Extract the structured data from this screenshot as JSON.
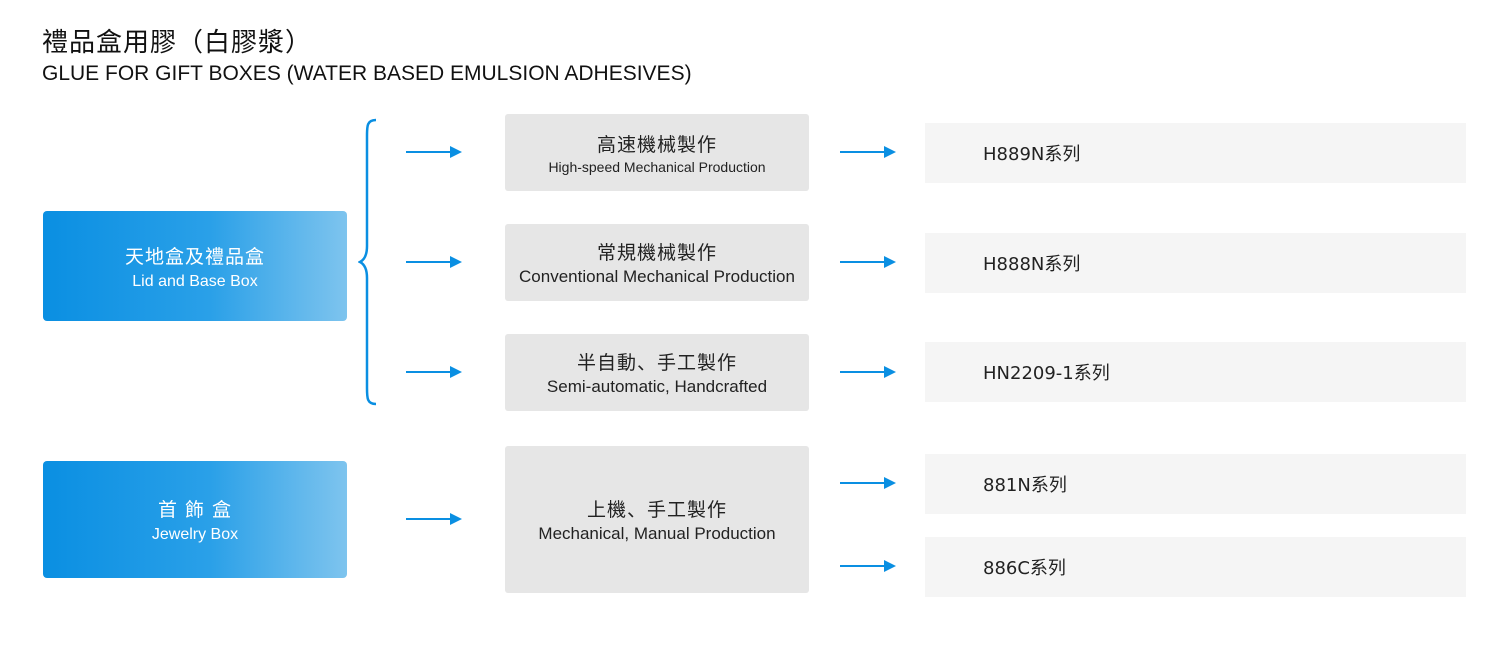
{
  "title": {
    "zh": "禮品盒用膠（白膠漿）",
    "en": "GLUE FOR GIFT BOXES (WATER BASED EMULSION ADHESIVES)"
  },
  "categories": [
    {
      "zh": "天地盒及禮品盒",
      "en": "Lid and Base Box"
    },
    {
      "zh": "首 飾 盒",
      "en": "Jewelry Box"
    }
  ],
  "methods": [
    {
      "zh": "高速機械製作",
      "en": "High-speed Mechanical Production"
    },
    {
      "zh": "常規機械製作",
      "en": "Conventional Mechanical Production"
    },
    {
      "zh": "半自動、手工製作",
      "en": "Semi-automatic, Handcrafted"
    },
    {
      "zh": "上機、手工製作",
      "en": "Mechanical, Manual Production"
    }
  ],
  "products": [
    "H889N系列",
    "H888N系列",
    "HN2209-1系列",
    "881N系列",
    "886C系列"
  ],
  "colors": {
    "accent": "#0a8fe2",
    "method_bg": "#e6e6e6",
    "product_bg": "#f5f5f5"
  }
}
